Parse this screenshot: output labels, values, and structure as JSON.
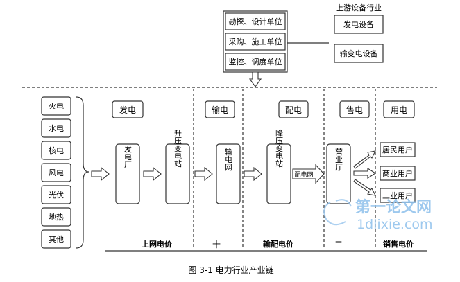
{
  "upstream": {
    "units": [
      "勘探、设计单位",
      "采购、施工单位",
      "监控、调度单位"
    ],
    "industry_title": "上游设备行业",
    "equipment": [
      "发电设备",
      "输变电设备"
    ]
  },
  "sources": [
    "火电",
    "水电",
    "核电",
    "风电",
    "光伏",
    "地热",
    "其他"
  ],
  "stages": {
    "generation": "发电",
    "transmission": "输电",
    "distribution": "配电",
    "sales": "售电",
    "consumption": "用电"
  },
  "nodes": {
    "power_plant": "发电厂",
    "step_up": "升压变电站",
    "grid": "输电网",
    "step_down": "降压变电站",
    "sales_hall": "营业厅"
  },
  "arrow_label": "配电网",
  "users": [
    "居民用户",
    "商业用户",
    "工业用户"
  ],
  "prices": {
    "grid_price": "上网电价",
    "plus": "十",
    "transmission_price": "输配电价",
    "equals": "二",
    "sales_price": "销售电价"
  },
  "caption": "图 3-1  电力行业产业链",
  "watermark": {
    "line1": "第一论文网",
    "line2": "1dlixie.com"
  }
}
